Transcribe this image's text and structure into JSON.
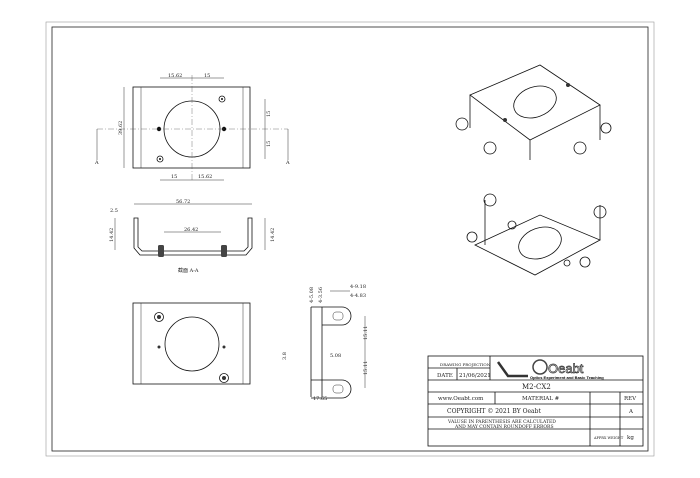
{
  "drawing": {
    "front_view": {
      "dims": [
        "15.62",
        "15",
        "15",
        "15",
        "39.62",
        "15",
        "15.62"
      ],
      "section_marks": [
        "A",
        "A"
      ]
    },
    "section_view": {
      "dims": [
        "56.72",
        "2.5",
        "14.42",
        "26.42",
        "14.42"
      ],
      "caption": "截面 A-A"
    },
    "side_view": {
      "dims": [
        "4-5.08",
        "4-3.56",
        "4-9.18",
        "4-4.83",
        "15.11",
        "15.11",
        "5.08",
        "3.8",
        "17.65"
      ]
    }
  },
  "title_block": {
    "drawing_projection": "DRAWING PROJECTION",
    "date_label": "DATE",
    "date_value": "21/06/2021",
    "logo_text": "Oeabt",
    "logo_tagline": "Optics Experiment and Basic Teaching",
    "part_name": "M2-CX2",
    "website": "www.Oeabt.com",
    "material": "MATERIAL #",
    "rev_label": "REV",
    "rev_value": "A",
    "copyright": "COPYRIGHT © 2021 BY Oeabt",
    "note_line1": "VALUSE IN PARENTHESIS ARE CALCULATED",
    "note_line2": "AND MAY CONTAIN ROUNDOFF ERRORS",
    "weight_label": "APPRX WEIGHT",
    "weight_unit": "kg"
  }
}
